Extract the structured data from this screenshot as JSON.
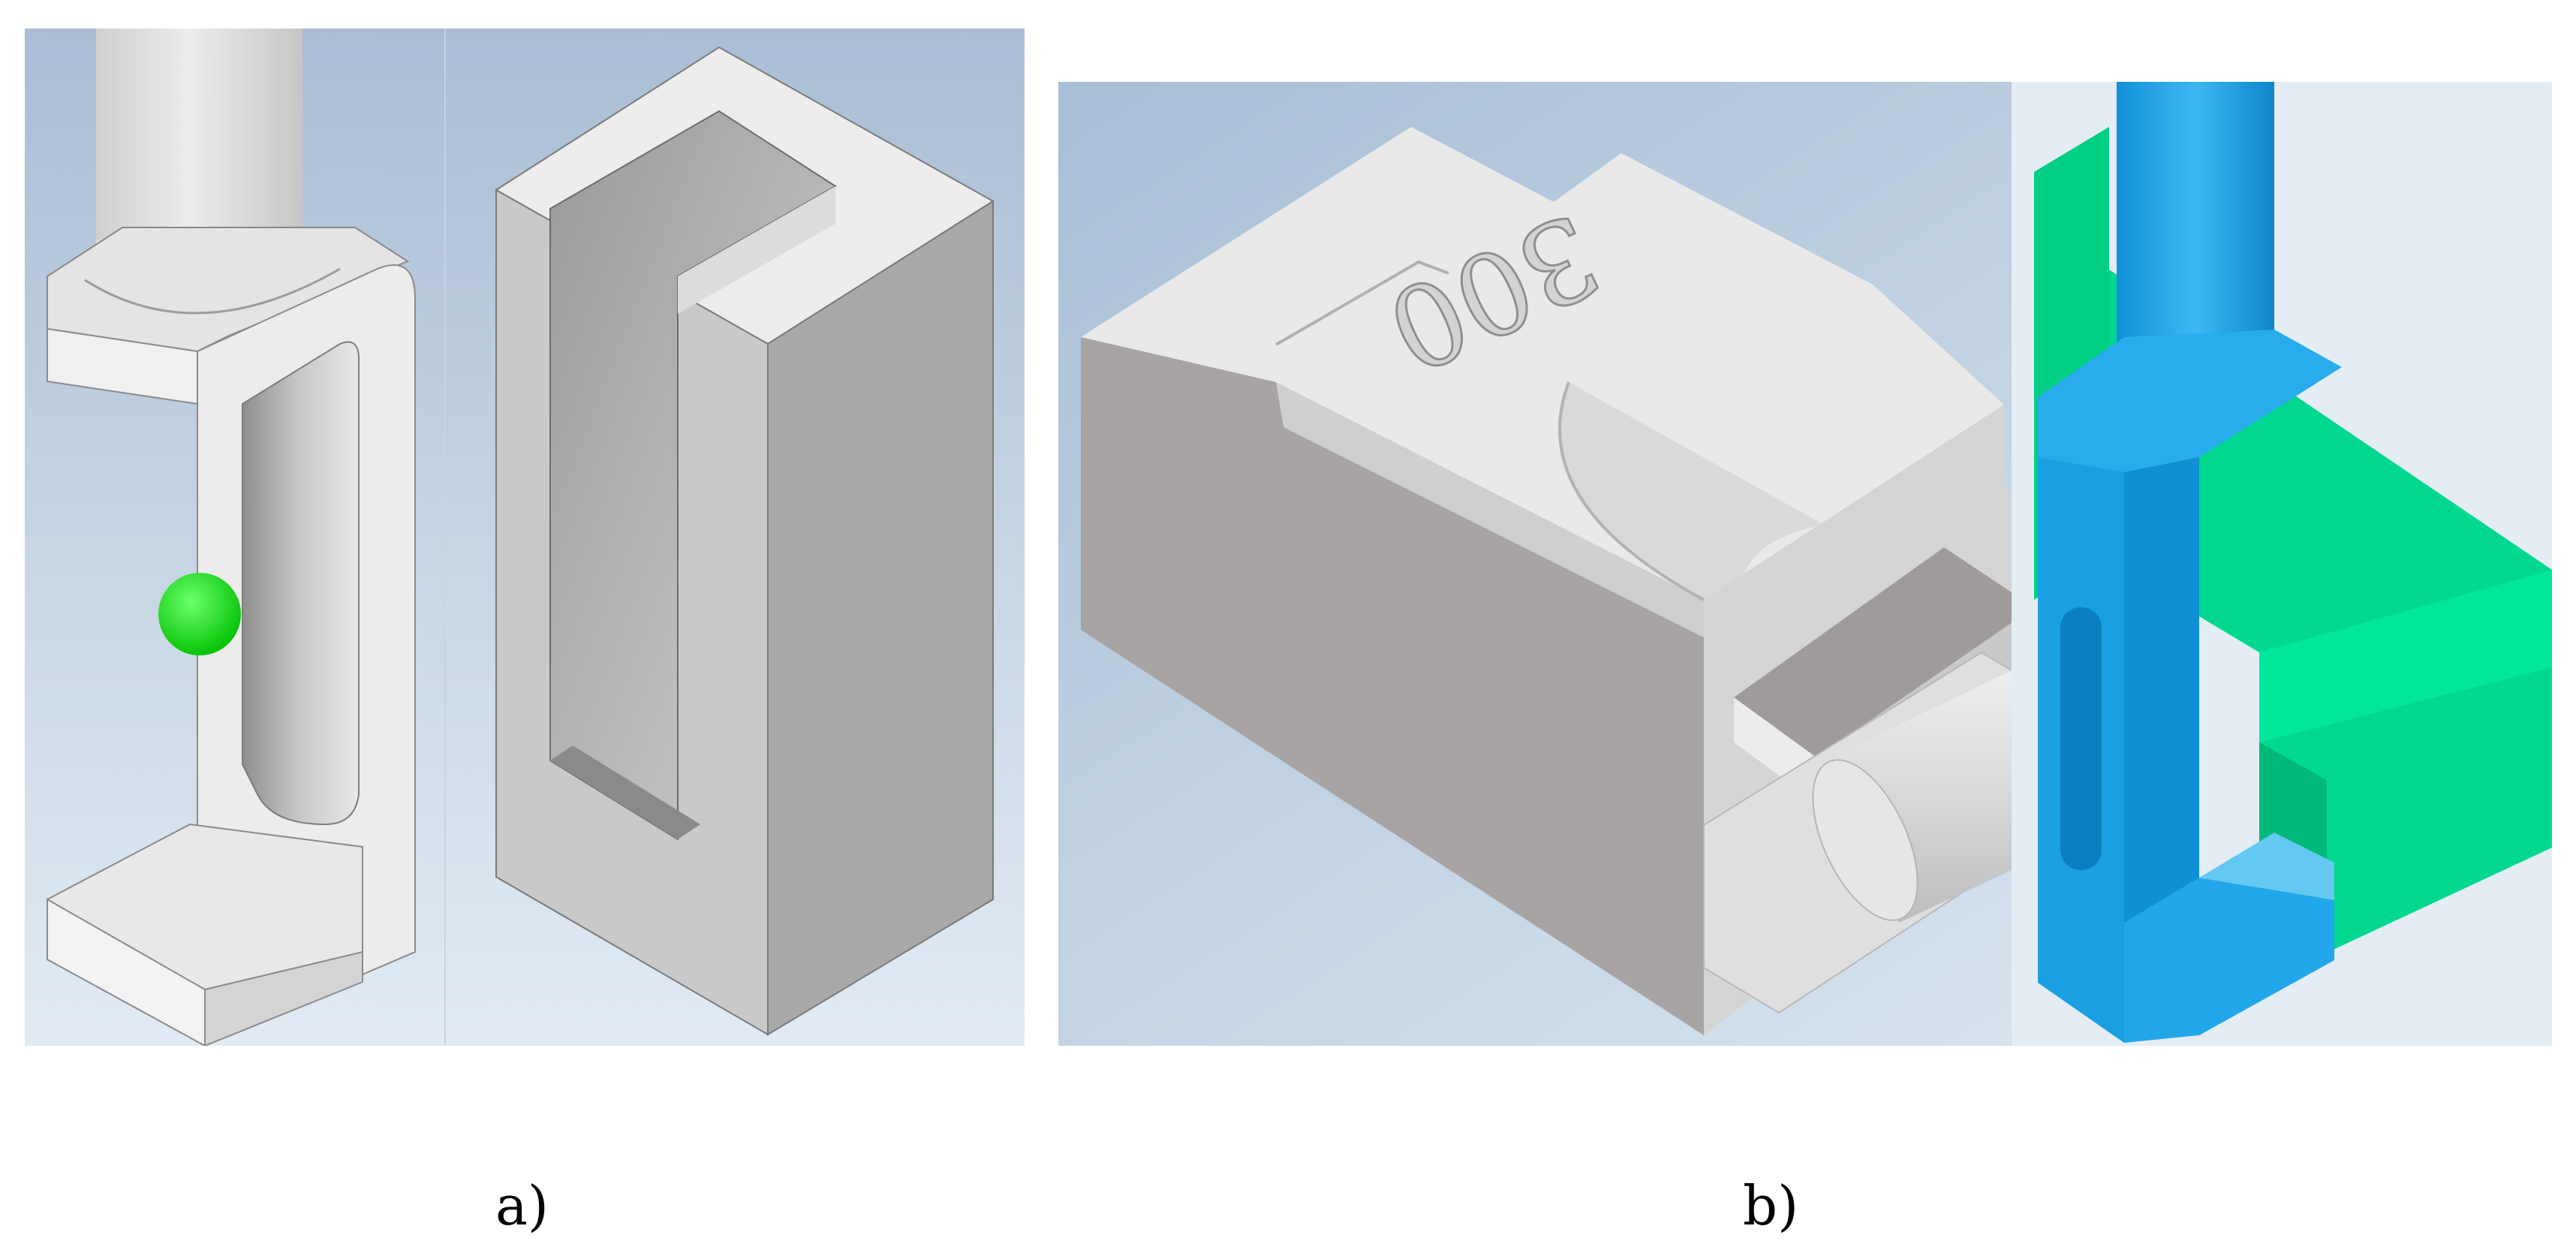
{
  "figure": {
    "panel_a": {
      "caption": "a)"
    },
    "panel_b": {
      "caption": "b)",
      "engraved_label": "300"
    }
  },
  "colors": {
    "viewport_top": "#a9bdd4",
    "viewport_bottom": "#dfe9f3",
    "part_light": "#e6e6e6",
    "part_mid": "#c8c8c8",
    "part_dark": "#a7a4a4",
    "probe_green": "#00e000",
    "holder_blue": "#1ea7e8",
    "fixture_green": "#00d890"
  },
  "icons": [
    "indicator-sphere-icon"
  ]
}
